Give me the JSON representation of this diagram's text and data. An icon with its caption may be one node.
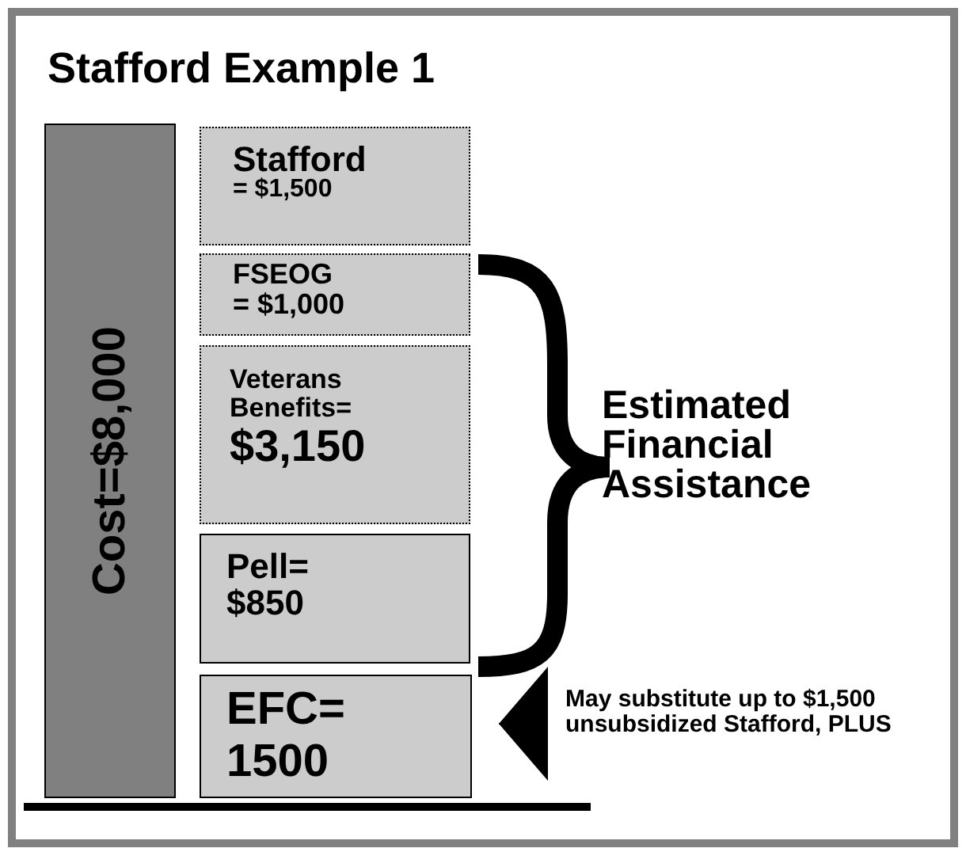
{
  "diagram": {
    "title": "Stafford Example 1",
    "nodes": [
      {
        "text": [
          "Cost=$8,000"
        ]
      },
      {
        "text": [
          "Stafford",
          "= $1,500"
        ]
      },
      {
        "text": [
          "FSEOG",
          "= $1,000"
        ]
      },
      {
        "text": [
          "Veterans Benefits=",
          "$3,150"
        ]
      },
      {
        "text": [
          "Pell= $850"
        ]
      },
      {
        "text": [
          "EFC= 1500"
        ]
      },
      {
        "text": [
          "May substitute up to $1,500 unsubsidized Stafford, PLUS"
        ]
      }
    ],
    "edges": [
      {
        "from": 6,
        "to": 5,
        "arrow": "to"
      }
    ],
    "labels": [
      "Estimated Financial Assistance"
    ]
  }
}
